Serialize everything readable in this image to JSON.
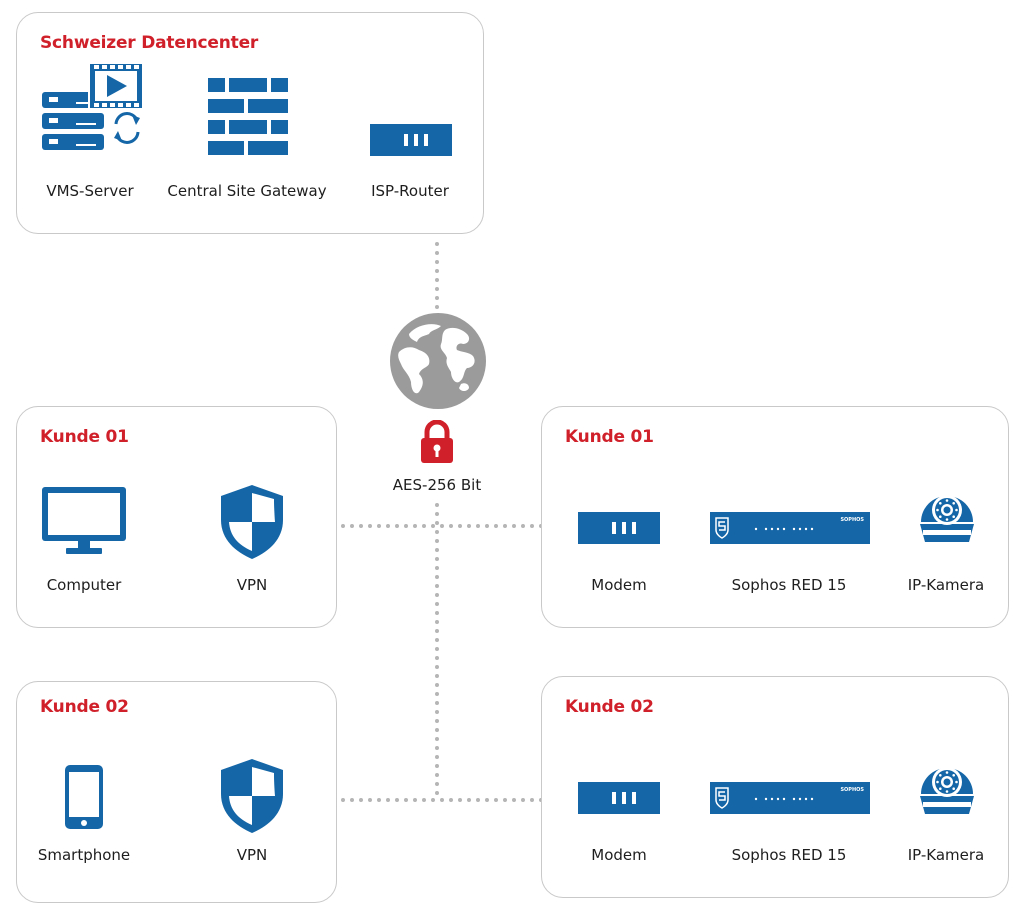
{
  "colors": {
    "blue": "#1466a7",
    "red": "#d0202a",
    "grey": "#9b9b9b",
    "dots": "#b5b5b5"
  },
  "datacenter": {
    "title": "Schweizer Datencenter",
    "vms_server": "VMS-Server",
    "gateway": "Central Site Gateway",
    "isp_router": "ISP-Router"
  },
  "internet": {
    "globe_icon": "globe-icon",
    "lock_icon": "padlock-icon",
    "encryption": "AES-256 Bit"
  },
  "kunde01_left": {
    "title": "Kunde 01",
    "device": "Computer",
    "vpn": "VPN"
  },
  "kunde02_left": {
    "title": "Kunde 02",
    "device": "Smartphone",
    "vpn": "VPN"
  },
  "kunde01_right": {
    "title": "Kunde 01",
    "modem": "Modem",
    "red": "Sophos RED 15",
    "camera": "IP-Kamera",
    "brand": "SOPHOS"
  },
  "kunde02_right": {
    "title": "Kunde 02",
    "modem": "Modem",
    "red": "Sophos RED 15",
    "camera": "IP-Kamera",
    "brand": "SOPHOS"
  }
}
